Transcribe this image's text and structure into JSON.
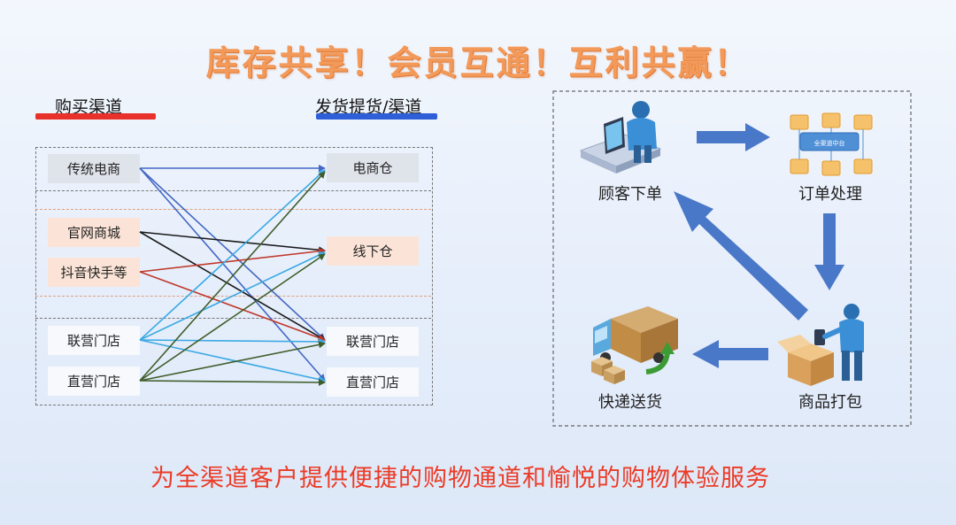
{
  "title": "库存共享！会员互通！互利共赢！",
  "left_panel": {
    "buy_channels_heading": "购买渠道",
    "ship_channels_heading": "发货提货/渠道",
    "buy_nodes": [
      {
        "key": "trad",
        "label": "传统电商"
      },
      {
        "key": "web",
        "label": "官网商城"
      },
      {
        "key": "douyin",
        "label": "抖音快手等"
      },
      {
        "key": "lianying_src",
        "label": "联营门店"
      },
      {
        "key": "zhiying_src",
        "label": "直营门店"
      }
    ],
    "ship_nodes": [
      {
        "key": "ecom_wh",
        "label": "电商仓"
      },
      {
        "key": "offline_wh",
        "label": "线下仓"
      },
      {
        "key": "lianying_dst",
        "label": "联营门店"
      },
      {
        "key": "zhiying_dst",
        "label": "直营门店"
      }
    ],
    "link_colors": {
      "trad": "#4468c4",
      "web": "#1a1a1a",
      "douyin": "#c0392b",
      "lianying_src": "#3aa9e3",
      "zhiying_src": "#3f5d2a"
    }
  },
  "right_panel": {
    "steps": [
      {
        "key": "order",
        "label": "顾客下单"
      },
      {
        "key": "process",
        "label": "订单处理"
      },
      {
        "key": "pack",
        "label": "商品打包"
      },
      {
        "key": "deliver",
        "label": "快递送货"
      }
    ],
    "platform_label": "全渠道中台",
    "arrow_color": "#4a78c8",
    "return_arrow_text_color": "#d9342b"
  },
  "slogan": "为全渠道客户提供便捷的购物通道和愉悦的购物体验服务",
  "colors": {
    "title": "#f39a5a",
    "slogan": "#ec3b26",
    "red_underline": "#e8312a",
    "blue_underline": "#2f5fd8"
  }
}
